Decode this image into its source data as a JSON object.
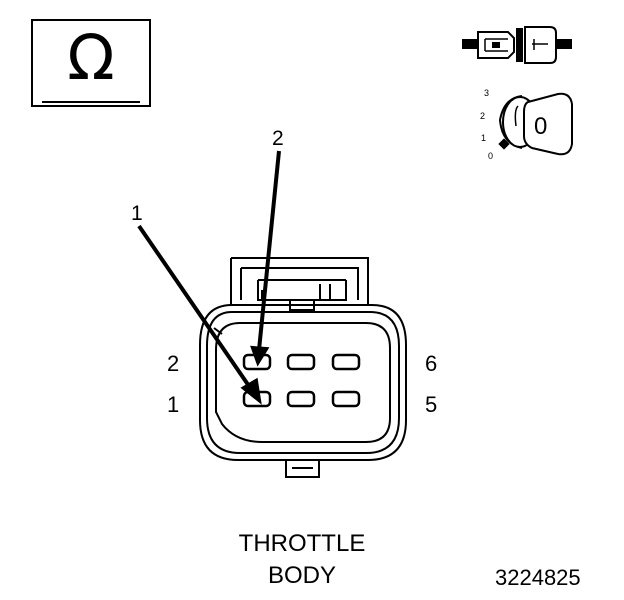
{
  "symbols": {
    "meter_symbol": "Ω",
    "meter_icon": "ohmmeter-icon",
    "connector_icon": "disconnected-connector-icon",
    "ignition_icon": "ignition-key-off-icon",
    "ignition_positions": [
      "3",
      "2",
      "1",
      "0"
    ],
    "ignition_key_label": "0"
  },
  "callouts": {
    "probe_1": "1",
    "probe_2": "2"
  },
  "connector": {
    "pin_labels": {
      "top_left": "2",
      "bottom_left": "1",
      "top_right": "6",
      "bottom_right": "5"
    }
  },
  "caption": {
    "line1": "THROTTLE",
    "line2": "BODY"
  },
  "figure_number": "3224825"
}
